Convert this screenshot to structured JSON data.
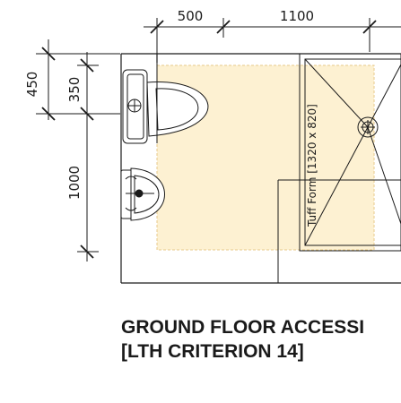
{
  "dimensions": {
    "top_left": "500",
    "top_right": "1100",
    "left_outer": "450",
    "left_mid": "350",
    "left_lower": "1000"
  },
  "shower_label": "Tuff Form [1320 x 820]",
  "caption": {
    "line1": "GROUND FLOOR ACCESSI",
    "line2": "[LTH CRITERION 14]"
  },
  "colors": {
    "circulation_zone": "#fdf1d2",
    "line": "#1a1a1a"
  }
}
